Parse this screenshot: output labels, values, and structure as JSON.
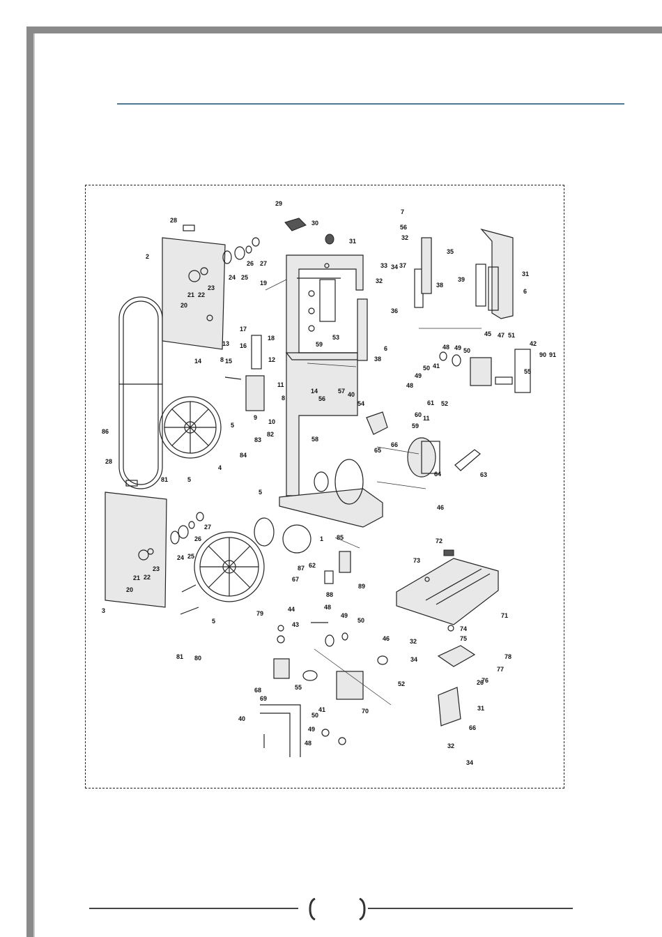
{
  "page": {
    "number": ""
  },
  "diagram": {
    "labels": [
      "1",
      "2",
      "3",
      "4",
      "5",
      "5",
      "5",
      "5",
      "6",
      "6",
      "7",
      "8",
      "8",
      "9",
      "10",
      "11",
      "11",
      "12",
      "13",
      "14",
      "14",
      "15",
      "16",
      "17",
      "18",
      "19",
      "20",
      "20",
      "21",
      "21",
      "22",
      "22",
      "23",
      "23",
      "24",
      "24",
      "25",
      "25",
      "26",
      "26",
      "26",
      "27",
      "27",
      "28",
      "28",
      "29",
      "30",
      "31",
      "31",
      "31",
      "32",
      "32",
      "32",
      "32",
      "33",
      "34",
      "34",
      "34",
      "35",
      "36",
      "37",
      "38",
      "38",
      "39",
      "40",
      "40",
      "41",
      "41",
      "42",
      "43",
      "44",
      "45",
      "46",
      "46",
      "47",
      "48",
      "48",
      "48",
      "48",
      "49",
      "49",
      "49",
      "49",
      "50",
      "50",
      "50",
      "50",
      "51",
      "52",
      "52",
      "53",
      "54",
      "55",
      "55",
      "56",
      "56",
      "57",
      "58",
      "59",
      "59",
      "60",
      "61",
      "62",
      "63",
      "64",
      "65",
      "66",
      "66",
      "67",
      "68",
      "69",
      "70",
      "71",
      "72",
      "73",
      "74",
      "75",
      "76",
      "77",
      "78",
      "79",
      "80",
      "81",
      "81",
      "82",
      "83",
      "84",
      "85",
      "86",
      "87",
      "88",
      "89",
      "90",
      "91"
    ]
  }
}
